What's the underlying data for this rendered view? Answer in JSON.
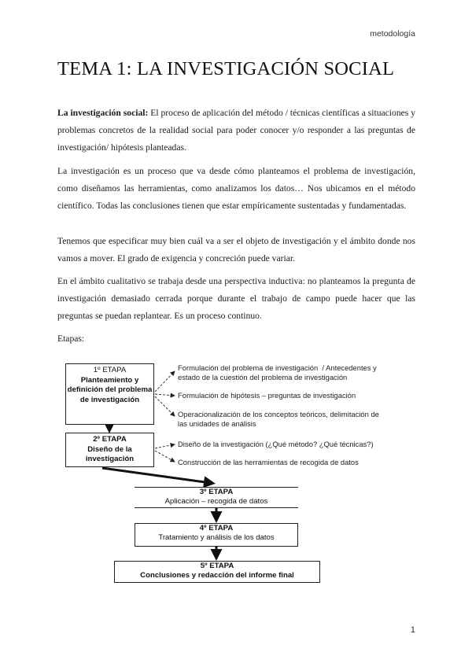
{
  "header": {
    "running_head": "metodología"
  },
  "title": "TEMA 1: LA INVESTIGACIÓN SOCIAL",
  "paragraphs": {
    "p1_term": "La investigación social:",
    "p1_text": " El proceso de aplicación del método / técnicas científicas a situaciones y problemas concretos de la realidad social para poder conocer y/o responder a las preguntas de investigación/ hipótesis planteadas.",
    "p2": "La investigación es un proceso que va desde cómo planteamos el problema de investigación, como diseñamos las herramientas, como analizamos los datos… Nos ubicamos en el método científico. Todas las conclusiones tienen que estar empíricamente sustentadas y fundamentadas.",
    "p3": "Tenemos que especificar muy bien cuál va a ser el objeto de investigación y el ámbito donde nos vamos a mover. El grado de exigencia y concreción puede variar.",
    "p4": "En el ámbito cualitativo se trabaja desde una perspectiva inductiva: no planteamos la pregunta de investigación demasiado cerrada porque durante el trabajo de campo puede hacer que las preguntas se puedan replantear. Es un proceso continuo.",
    "p5": "Etapas:"
  },
  "diagram": {
    "stage1": {
      "heading": "1º ETAPA",
      "text": "Planteamiento y definición del problema de investigación"
    },
    "stage2": {
      "heading": "2º ETAPA",
      "text": "Diseño de la investigación"
    },
    "stage3": {
      "heading": "3º ETAPA",
      "text": "Aplicación – recogida de datos"
    },
    "stage4": {
      "heading": "4º ETAPA",
      "text": "Tratamiento y análisis de los datos"
    },
    "stage5": {
      "heading": "5º ETAPA",
      "text": "Conclusiones y redacción del informe final"
    },
    "notes": {
      "n1": "Formulación del problema de investigación  / Antecedentes y\nestado de la cuestión del problema de investigación",
      "n2": "Formulación de hipótesis – preguntas de investigación",
      "n3": "Operacionalización de los conceptos teóricos, delimitación de\nlas unidades de análisis",
      "n4": "Diseño de la investigación  (¿Qué método? ¿Qué técnicas?)",
      "n5": "Construcción de las herramientas de recogida de datos"
    }
  },
  "footer": {
    "page_number": "1"
  }
}
